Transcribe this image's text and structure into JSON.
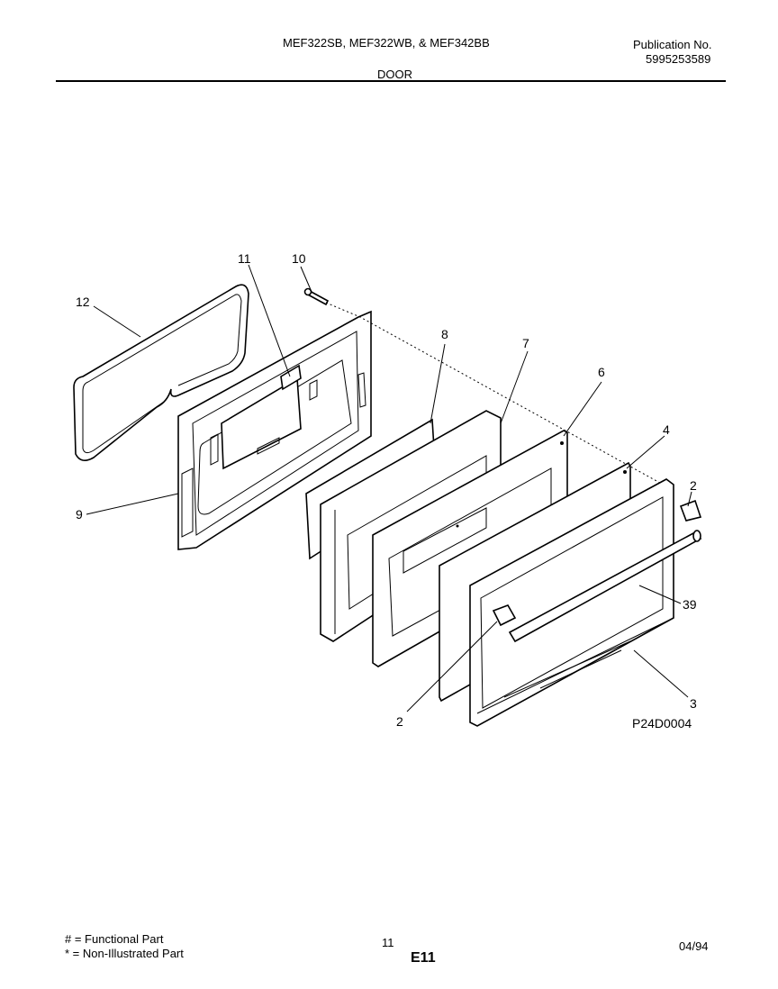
{
  "header": {
    "models": "MEF322SB, MEF322WB, & MEF342BB",
    "section": "DOOR",
    "publication_label": "Publication No.",
    "publication_number": "5995253589"
  },
  "diagram": {
    "figure_id": "P24D0004",
    "callouts": {
      "c12": "12",
      "c11": "11",
      "c10": "10",
      "c9": "9",
      "c8": "8",
      "c7": "7",
      "c6": "6",
      "c4": "4",
      "c2a": "2",
      "c39": "39",
      "c3": "3",
      "c2b": "2"
    }
  },
  "footer": {
    "legend_functional": "# = Functional Part",
    "legend_non_illustrated": "* = Non-Illustrated Part",
    "page_number": "11",
    "section_code": "E11",
    "date": "04/94"
  }
}
